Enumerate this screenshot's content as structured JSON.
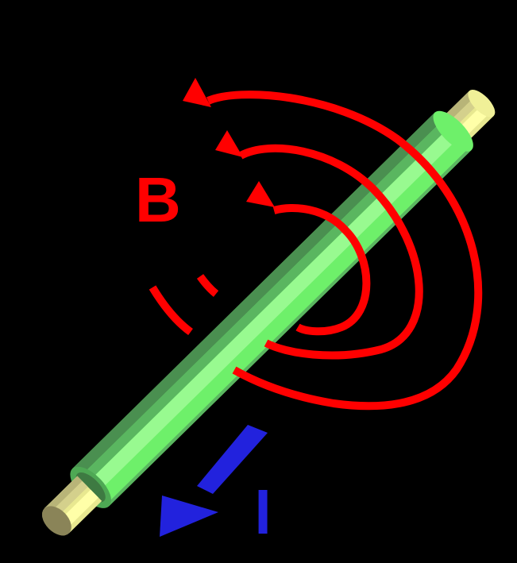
{
  "title": "Magnetic field around a current-carrying wire",
  "labels": {
    "magnetic_field": "B",
    "current": "I"
  },
  "elements": {
    "wire": "current-carrying conductor with insulation",
    "field_lines": [
      "inner field loop",
      "middle field loop",
      "outer field loop"
    ],
    "current_arrow": "current direction arrow"
  },
  "colors": {
    "background": "#000000",
    "field_lines": "#ff0000",
    "current_arrow": "#2222dd",
    "insulation_light": "#98fa90",
    "insulation_mid": "#6ef06a",
    "insulation_dark": "#4a8f50",
    "insulation_shade": "#5ab660",
    "conductor_light": "#ffffa8",
    "conductor_mid": "#e8e890",
    "conductor_dark": "#b8b478",
    "conductor_end": "#8a8458"
  }
}
